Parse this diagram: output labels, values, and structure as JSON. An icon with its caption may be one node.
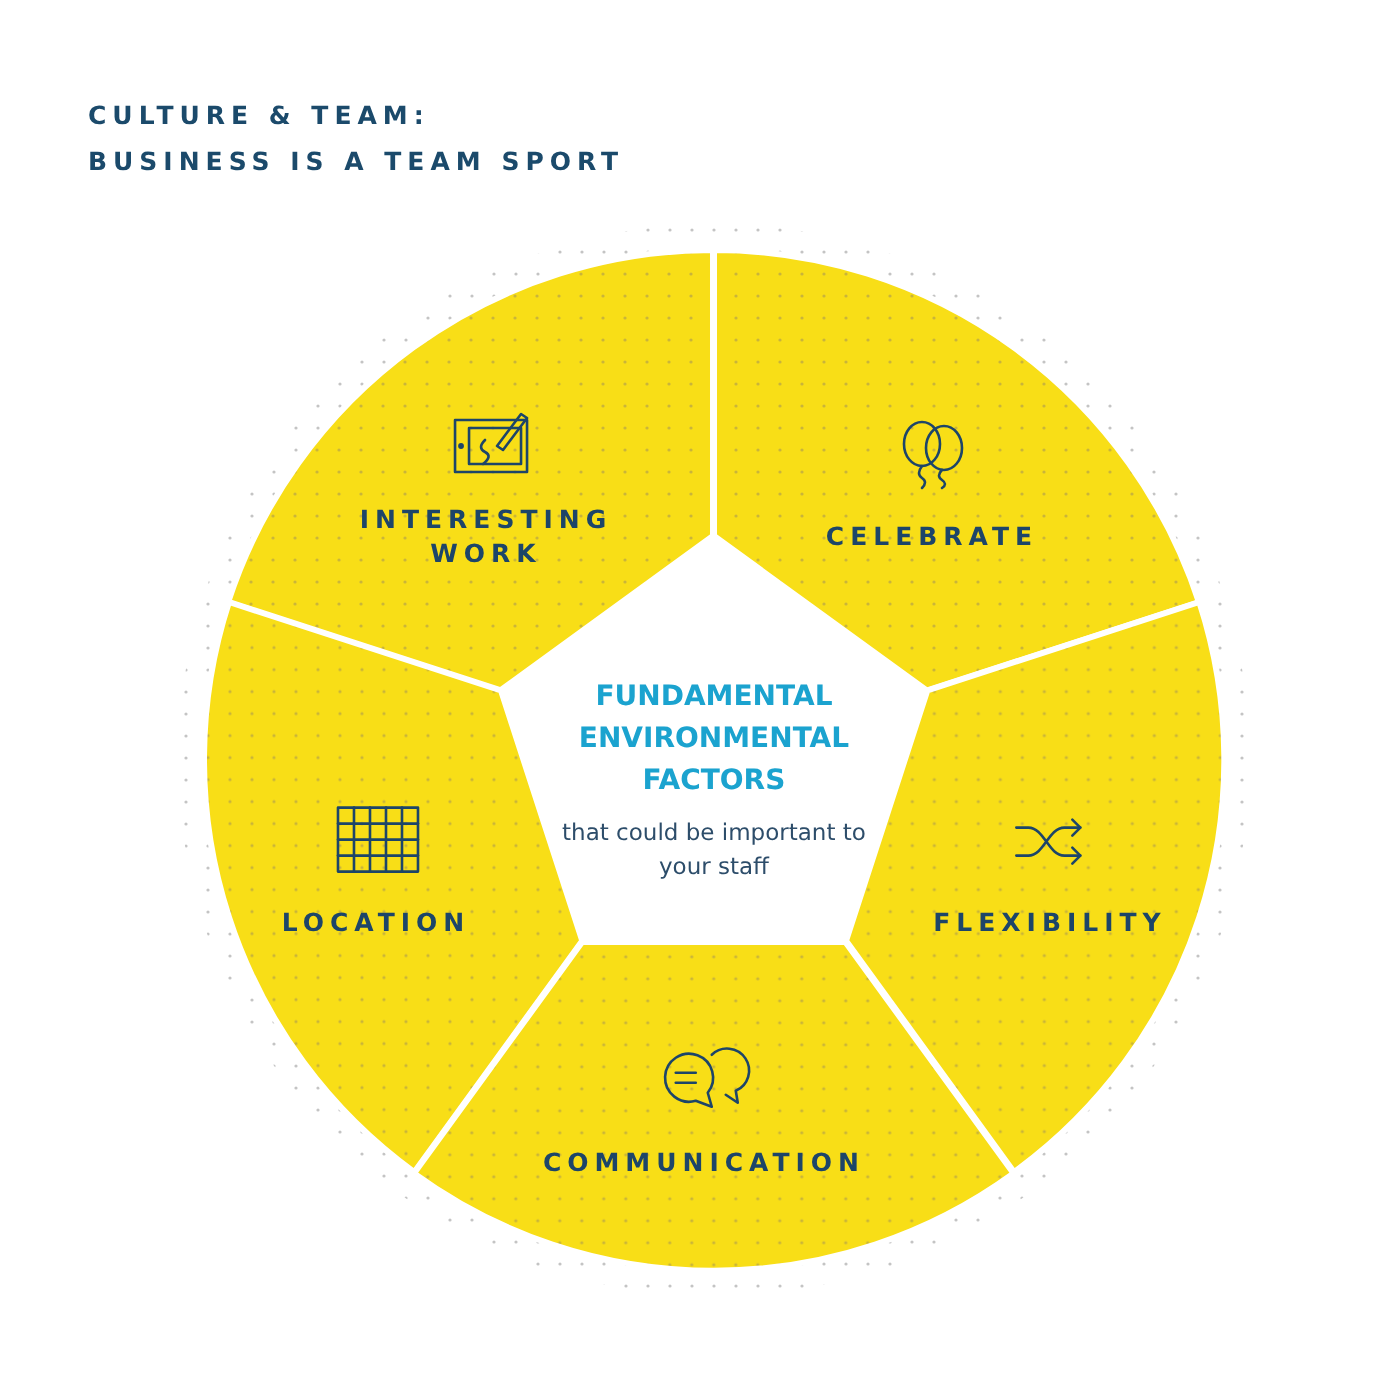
{
  "diagram": {
    "title": "CULTURE & TEAM: BUSINESS IS A TEAM SPORT",
    "nodes": [
      {
        "text": [
          "INTERESTING WORK"
        ]
      },
      {
        "text": [
          "CELEBRATE"
        ]
      },
      {
        "text": [
          "FUNDAMENTAL ENVIRONMENTAL FACTORS",
          "that could be important to your staff"
        ]
      },
      {
        "text": [
          "LOCATION"
        ]
      },
      {
        "text": [
          "FLEXIBILITY"
        ]
      },
      {
        "text": [
          "COMMUNICATION"
        ]
      }
    ]
  }
}
